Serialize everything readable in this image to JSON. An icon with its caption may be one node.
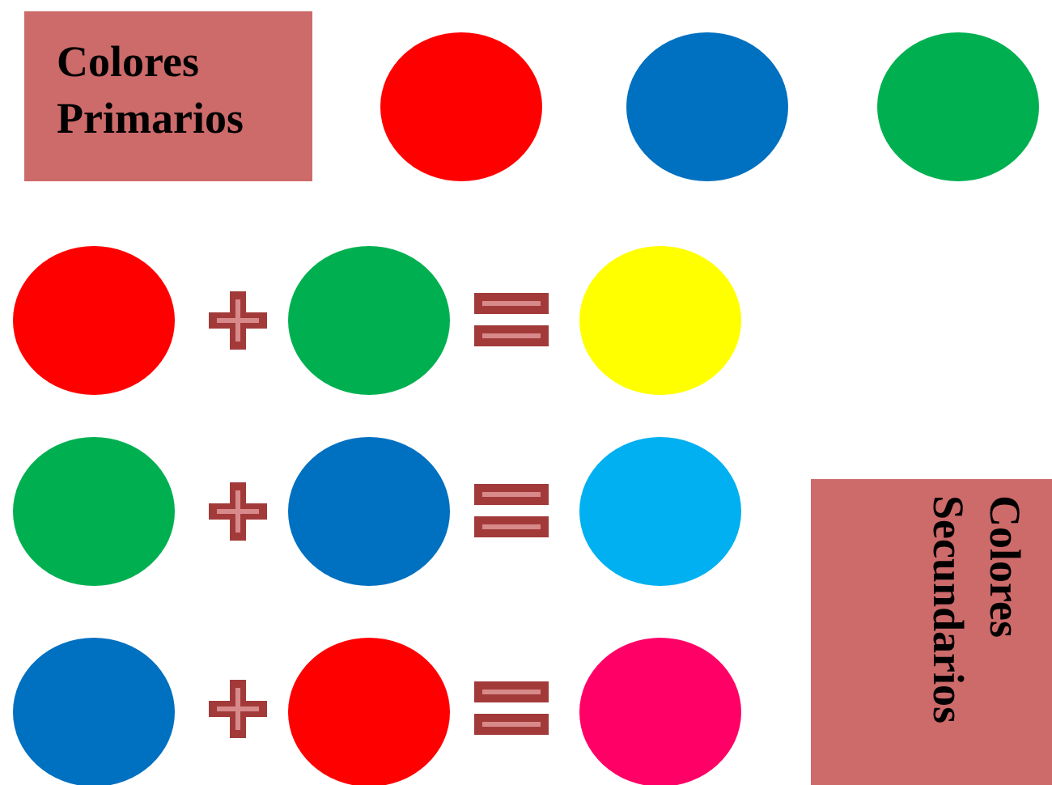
{
  "diagram": {
    "nodes": [
      {
        "text": [
          "Colores Primarios"
        ]
      },
      {
        "text": [],
        "shape": "circle"
      },
      {
        "text": [],
        "shape": "circle"
      },
      {
        "text": [],
        "shape": "circle"
      },
      {
        "text": [],
        "shape": "circle"
      },
      {
        "text": [],
        "shape": "circle"
      },
      {
        "text": [],
        "shape": "circle"
      },
      {
        "text": [],
        "shape": "circle"
      },
      {
        "text": [],
        "shape": "circle"
      },
      {
        "text": [],
        "shape": "circle"
      },
      {
        "text": [
          "Colores Secundarios"
        ]
      },
      {
        "text": [],
        "shape": "circle"
      },
      {
        "text": [],
        "shape": "circle"
      },
      {
        "text": [],
        "shape": "circle"
      }
    ]
  }
}
